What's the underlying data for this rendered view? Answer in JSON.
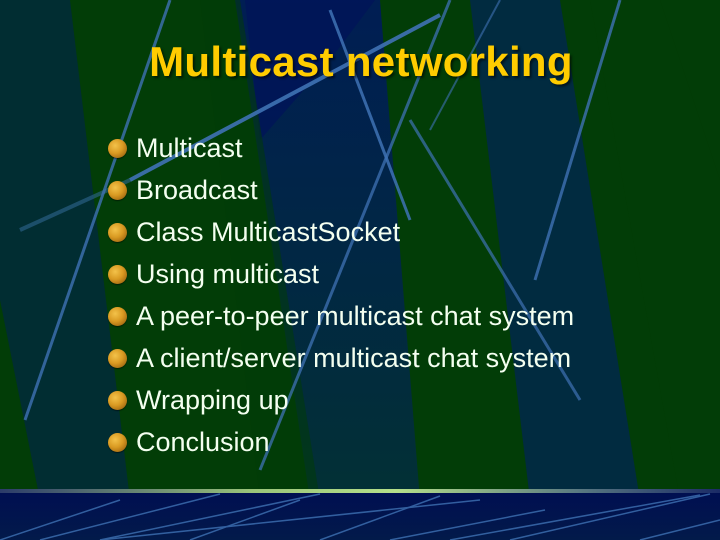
{
  "slide": {
    "title": "Multicast networking",
    "title_color": "#ffcc00",
    "text_color": "#f4fff0",
    "background_colors": {
      "green": "#023d07",
      "blue": "#001c5a",
      "navy": "#00104e",
      "line": "#3f72b4"
    },
    "bullet_icon": "gold-sphere-icon",
    "bullets": [
      {
        "label": "Multicast"
      },
      {
        "label": "Broadcast"
      },
      {
        "label": "Class MulticastSocket"
      },
      {
        "label": "Using multicast"
      },
      {
        "label": "A peer-to-peer multicast chat system"
      },
      {
        "label": "A client/server multicast chat system"
      },
      {
        "label": "Wrapping up"
      },
      {
        "label": "Conclusion"
      }
    ]
  }
}
